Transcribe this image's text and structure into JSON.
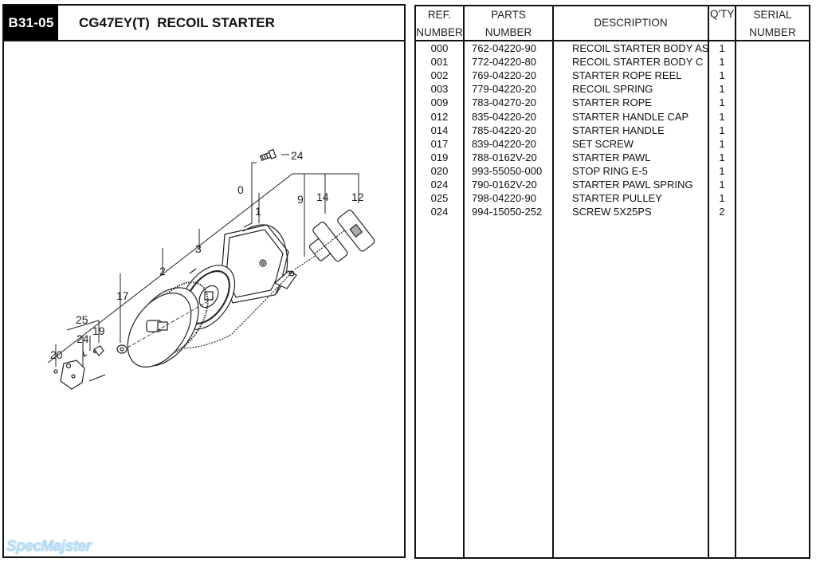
{
  "diagram": {
    "section_code": "B31-05",
    "title": "CG47EY(T)  RECOIL STARTER",
    "callouts": [
      "24",
      "0",
      "1",
      "9",
      "14",
      "12",
      "3",
      "2",
      "17",
      "25",
      "19",
      "24",
      "20"
    ],
    "watermark": "SpecMajster"
  },
  "table": {
    "headers": {
      "ref_line1": "REF.",
      "ref_line2": "NUMBER",
      "parts_line1": "PARTS",
      "parts_line2": "NUMBER",
      "description": "DESCRIPTION",
      "qty": "Q'TY",
      "serial_line1": "SERIAL",
      "serial_line2": "NUMBER"
    },
    "rows": [
      {
        "ref": "000",
        "part": "762-04220-90",
        "desc": "RECOIL STARTER BODY AS",
        "qty": "1",
        "serial": ""
      },
      {
        "ref": "001",
        "part": "772-04220-80",
        "desc": "RECOIL STARTER BODY C",
        "qty": "1",
        "serial": ""
      },
      {
        "ref": "002",
        "part": "769-04220-20",
        "desc": "STARTER ROPE REEL",
        "qty": "1",
        "serial": ""
      },
      {
        "ref": "003",
        "part": "779-04220-20",
        "desc": "RECOIL SPRING",
        "qty": "1",
        "serial": ""
      },
      {
        "ref": "009",
        "part": "783-04270-20",
        "desc": "STARTER ROPE",
        "qty": "1",
        "serial": ""
      },
      {
        "ref": "012",
        "part": "835-04220-20",
        "desc": "STARTER HANDLE CAP",
        "qty": "1",
        "serial": ""
      },
      {
        "ref": "014",
        "part": "785-04220-20",
        "desc": "STARTER HANDLE",
        "qty": "1",
        "serial": ""
      },
      {
        "ref": "017",
        "part": "839-04220-20",
        "desc": "SET SCREW",
        "qty": "1",
        "serial": ""
      },
      {
        "ref": "019",
        "part": "788-0162V-20",
        "desc": "STARTER PAWL",
        "qty": "1",
        "serial": ""
      },
      {
        "ref": "020",
        "part": "993-55050-000",
        "desc": "STOP RING E-5",
        "qty": "1",
        "serial": ""
      },
      {
        "ref": "024",
        "part": "790-0162V-20",
        "desc": "STARTER PAWL SPRING",
        "qty": "1",
        "serial": ""
      },
      {
        "ref": "025",
        "part": "798-04220-90",
        "desc": "STARTER PULLEY",
        "qty": "1",
        "serial": ""
      },
      {
        "ref": "024",
        "part": "994-15050-252",
        "desc": "SCREW 5X25PS",
        "qty": "2",
        "serial": ""
      }
    ]
  }
}
